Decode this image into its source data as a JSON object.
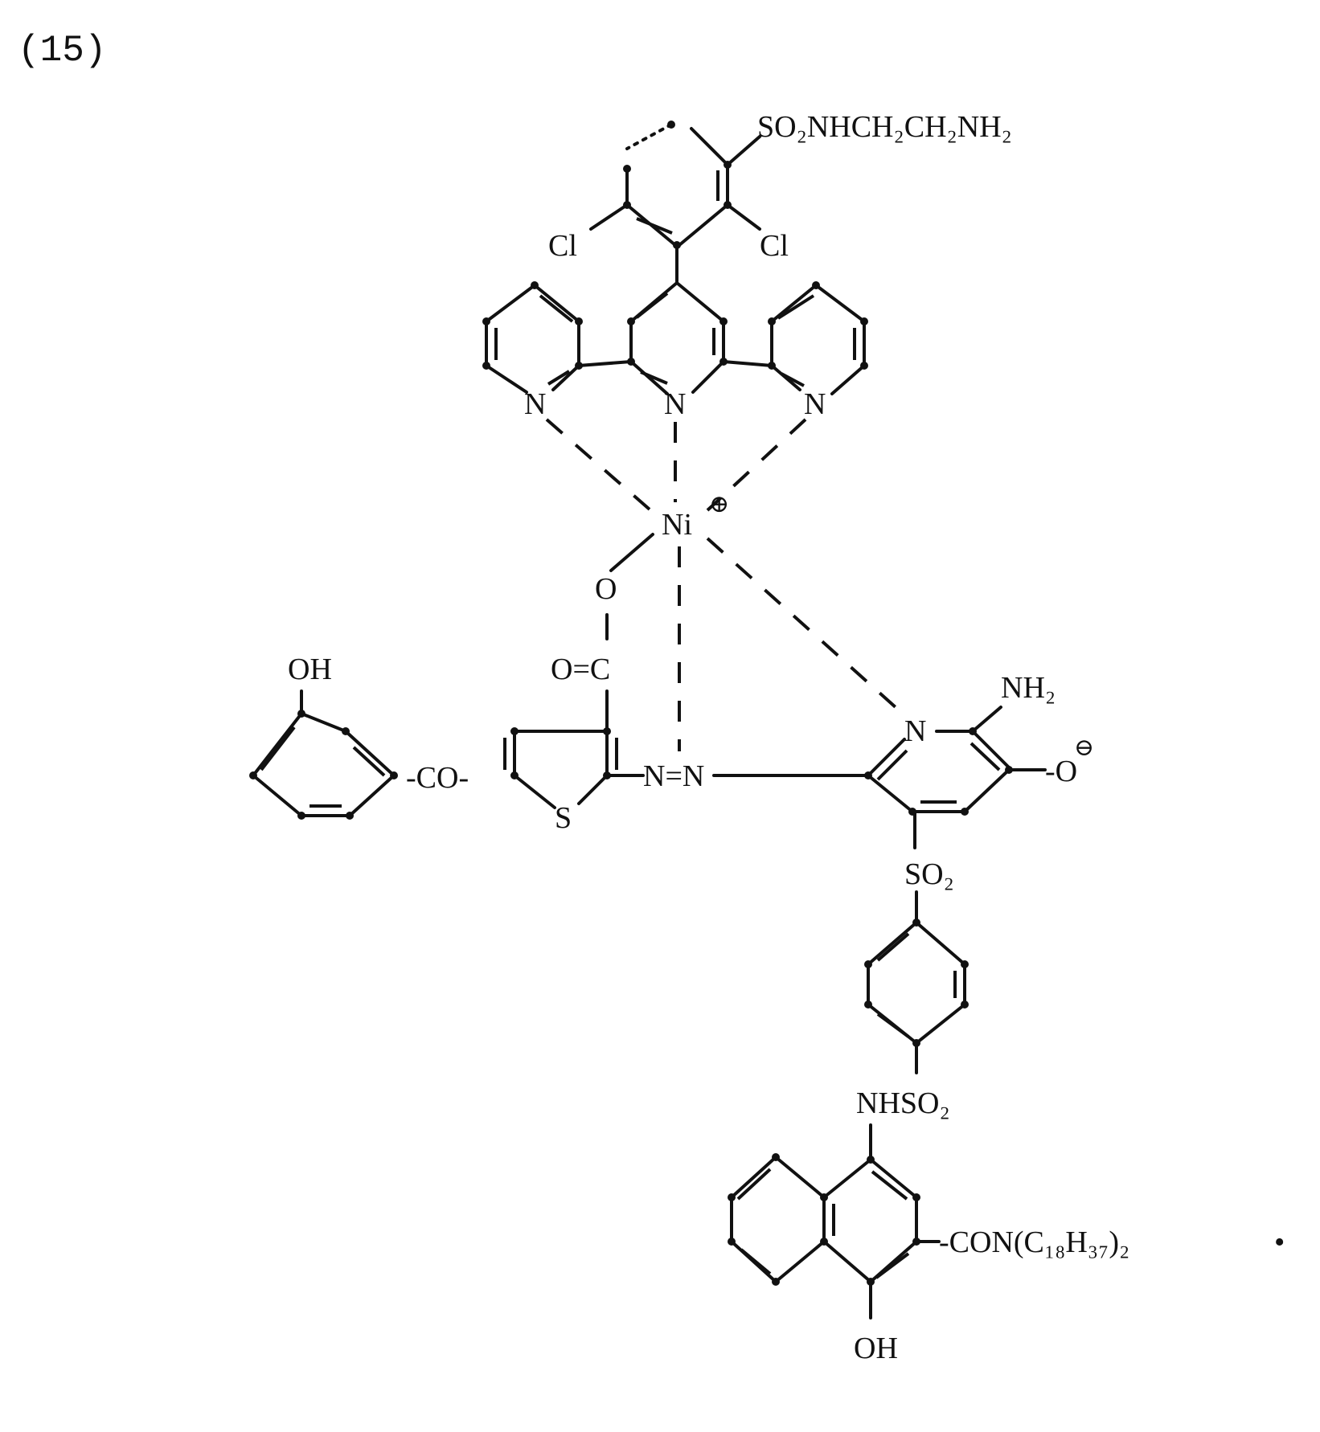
{
  "compound_number": "(15)",
  "labels": {
    "sulfonamide_chain": "SO₂NHCH₂CH₂NH₂",
    "cl_left": "Cl",
    "cl_right": "Cl",
    "n_left": "N",
    "n_center": "N",
    "n_right": "N",
    "metal": "Ni",
    "metal_charge": "⊕",
    "o_coord": "O",
    "carbonyl": "O=C",
    "oh_top": "OH",
    "co_link": "-CO-",
    "s_ring": "S",
    "azo": "N=N",
    "n_pyridine": "N",
    "nh2": "NH₂",
    "oxide": "-O",
    "oxide_charge": "⊖",
    "so2": "SO₂",
    "nhso2": "NHSO₂",
    "con": "-CON(C₁₈H₃₇)₂",
    "terminal_dot": "•",
    "oh_bottom": "OH"
  }
}
